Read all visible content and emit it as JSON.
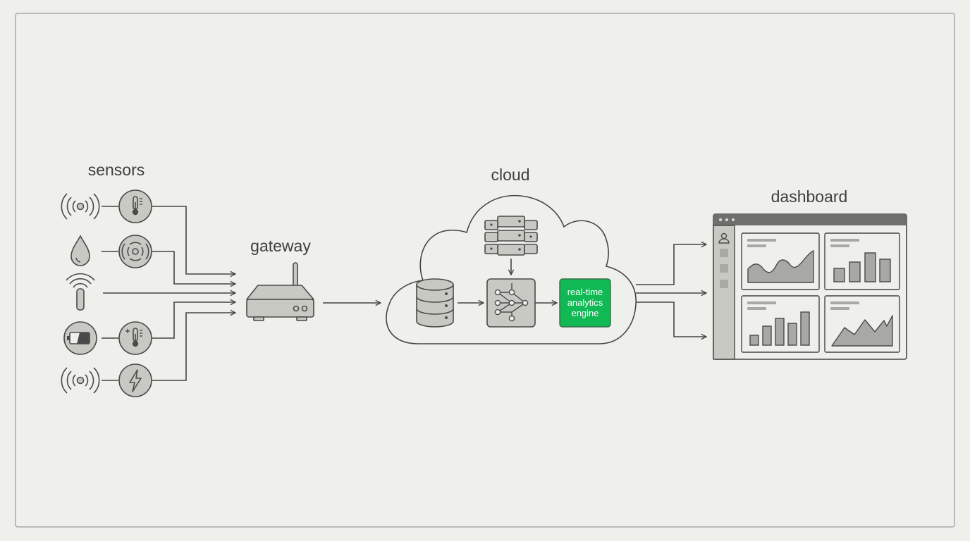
{
  "diagram": {
    "sections": {
      "sensors": "sensors",
      "gateway": "gateway",
      "cloud": "cloud",
      "dashboard": "dashboard"
    },
    "engine": {
      "line1": "real-time",
      "line2": "analytics",
      "line3": "engine"
    },
    "colors": {
      "background": "#efefeb",
      "frame": "#a8a8a4",
      "stroke": "#4a4a4a",
      "fill": "#c9c9c4",
      "accent": "#10b954",
      "accent_text": "#ffffff"
    },
    "sensor_rows": [
      {
        "left_icon": "wireless-signal-icon",
        "right_icon": "thermometer-icon"
      },
      {
        "left_icon": "water-drop-icon",
        "right_icon": "vibration-sensor-icon"
      },
      {
        "left_icon": "rfid-tag-icon",
        "right_icon": ""
      },
      {
        "left_icon": "battery-icon",
        "right_icon": "thermometer-plus-icon"
      },
      {
        "left_icon": "wireless-signal-icon",
        "right_icon": "lightning-icon"
      }
    ]
  }
}
